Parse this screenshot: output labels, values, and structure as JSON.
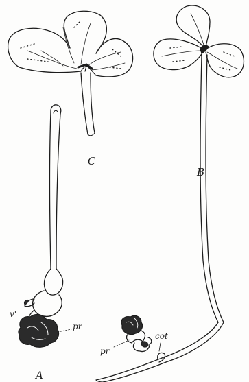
{
  "figure": {
    "panels": {
      "a": "A",
      "b": "B",
      "c": "C"
    },
    "parts": {
      "v": "v'",
      "pr_a": "pr",
      "pr_b": "pr",
      "cot": "cot"
    },
    "colors": {
      "ink": "#1c1c1c",
      "paper": "#fdfdfc"
    }
  }
}
